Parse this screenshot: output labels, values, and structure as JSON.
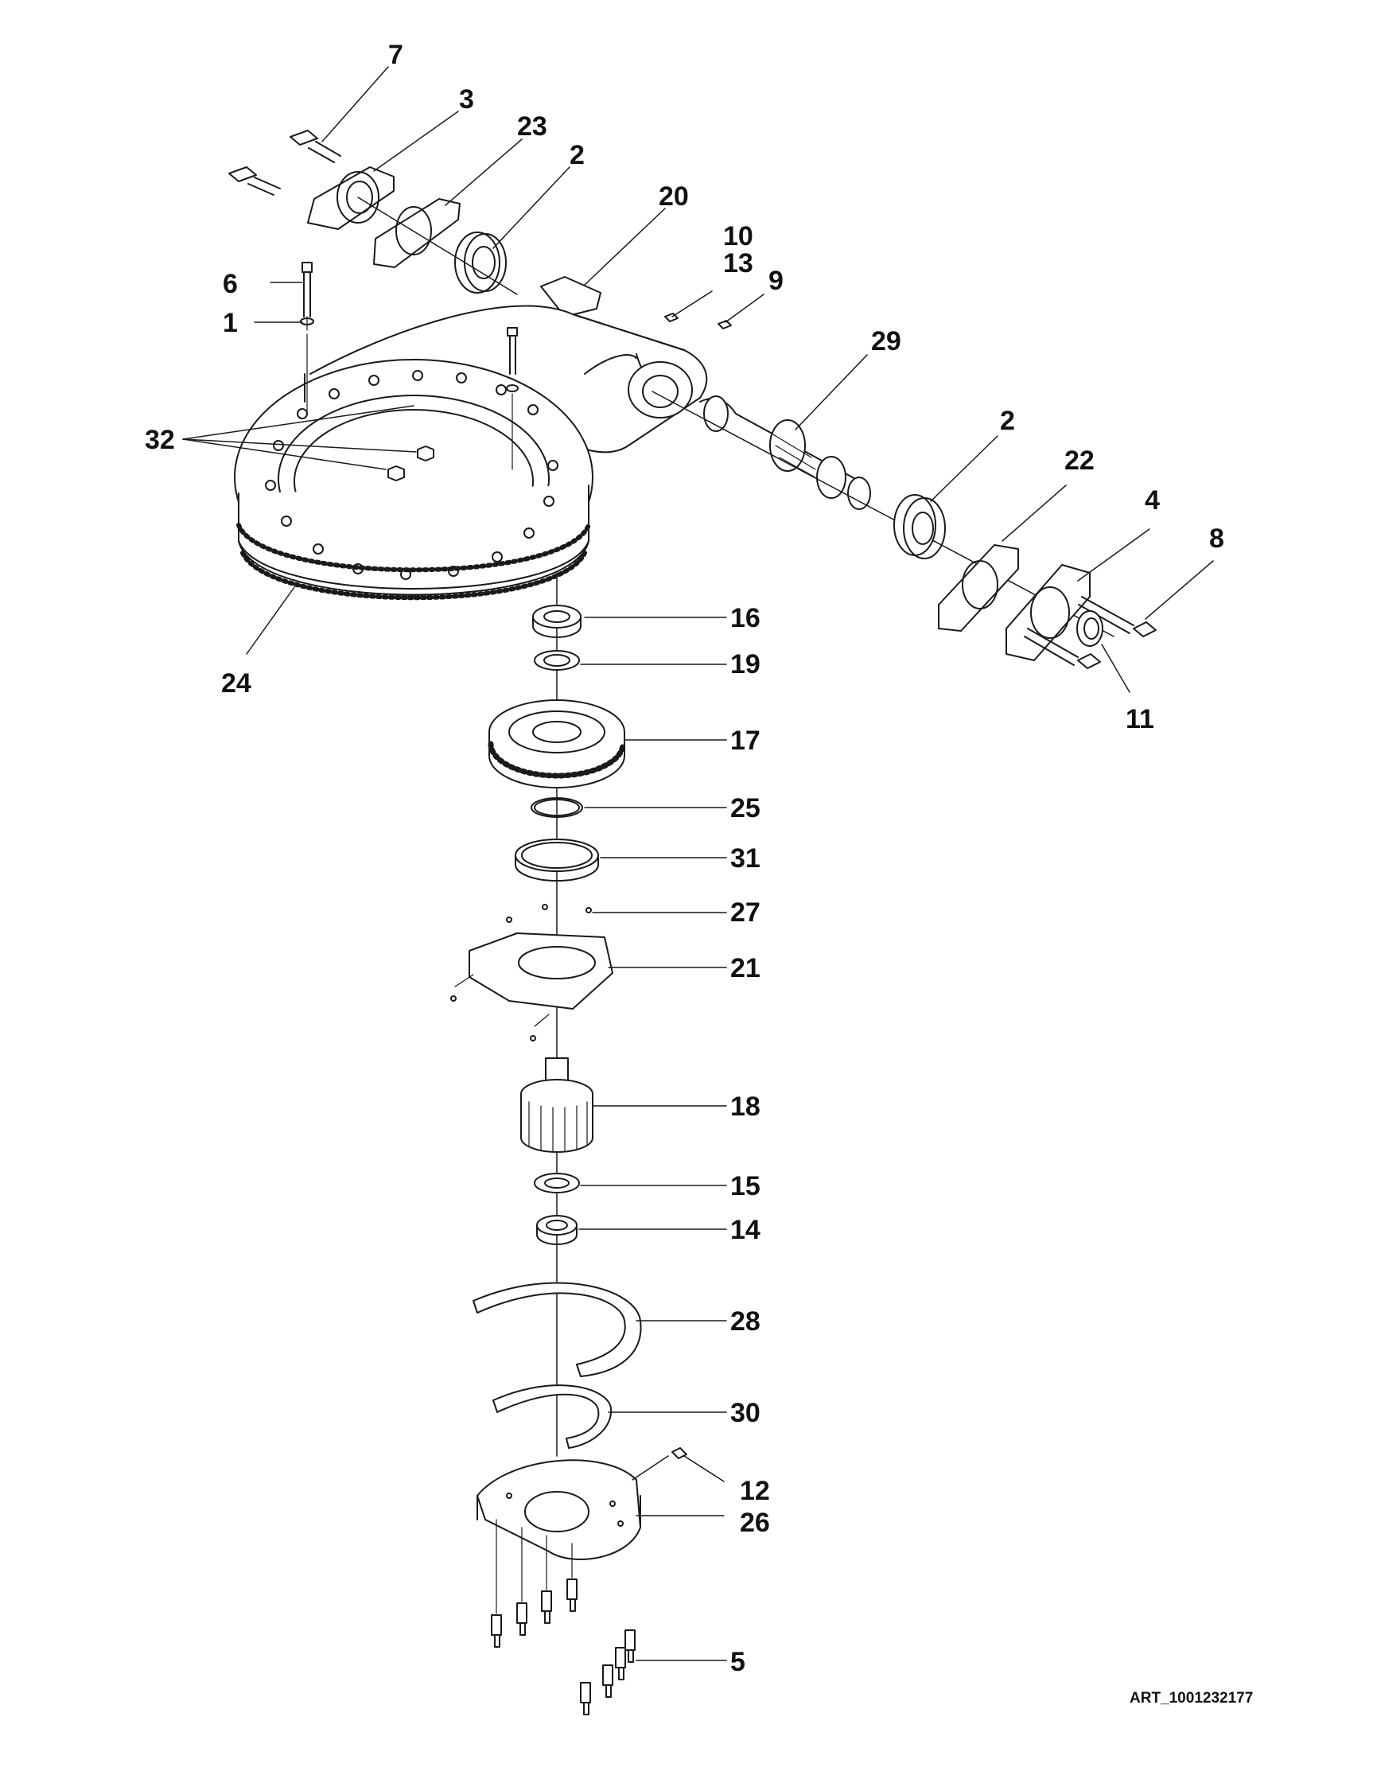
{
  "figure_id": "ART_1001232177",
  "callouts": [
    {
      "label": "7"
    },
    {
      "label": "3"
    },
    {
      "label": "23"
    },
    {
      "label": "2"
    },
    {
      "label": "20"
    },
    {
      "label": "10"
    },
    {
      "label": "13"
    },
    {
      "label": "9"
    },
    {
      "label": "6"
    },
    {
      "label": "1"
    },
    {
      "label": "32"
    },
    {
      "label": "29"
    },
    {
      "label": "2"
    },
    {
      "label": "22"
    },
    {
      "label": "4"
    },
    {
      "label": "8"
    },
    {
      "label": "24"
    },
    {
      "label": "16"
    },
    {
      "label": "19"
    },
    {
      "label": "11"
    },
    {
      "label": "17"
    },
    {
      "label": "25"
    },
    {
      "label": "31"
    },
    {
      "label": "27"
    },
    {
      "label": "21"
    },
    {
      "label": "18"
    },
    {
      "label": "15"
    },
    {
      "label": "14"
    },
    {
      "label": "28"
    },
    {
      "label": "30"
    },
    {
      "label": "12"
    },
    {
      "label": "26"
    },
    {
      "label": "5"
    }
  ],
  "colors": {
    "line": "#1a1a1a",
    "background": "#ffffff"
  }
}
